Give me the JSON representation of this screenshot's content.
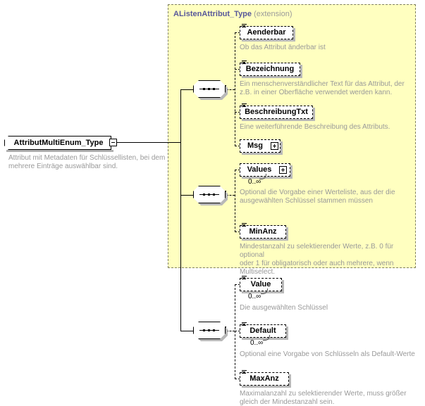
{
  "diagram": {
    "title": "XSD schema diagram",
    "root": {
      "name": "AttributMultiEnum_Type",
      "annotation": "Attribut mit Metadaten für Schlüssellisten, bei dem\nmehrere Einträge auswählbar sind.",
      "expander": "minus"
    },
    "extension_panel": {
      "base_type": "AListenAttribut_Type",
      "kind": "(extension)"
    },
    "compositors": [
      {
        "id": "seq-1",
        "type": "sequence",
        "expander": "minus"
      },
      {
        "id": "seq-2",
        "type": "sequence",
        "expander": "minus"
      },
      {
        "id": "seq-3",
        "type": "sequence",
        "expander": "minus"
      }
    ],
    "elements": [
      {
        "name": "Aenderbar",
        "annotation": "Ob das Attribut änderbar ist",
        "multiplicity": "",
        "expander": "",
        "has_lines_icon": true,
        "group": "seq-1"
      },
      {
        "name": "Bezeichnung",
        "annotation": "Ein menschenverständlicher Text für das Attribut, der\nz.B. in einer Oberfläche verwendet werden kann.",
        "multiplicity": "",
        "expander": "",
        "has_lines_icon": true,
        "group": "seq-1"
      },
      {
        "name": "BeschreibungTxt",
        "annotation": "Eine weiterführende Beschreibung des Attributs.",
        "multiplicity": "",
        "expander": "",
        "has_lines_icon": true,
        "group": "seq-1"
      },
      {
        "name": "Msg",
        "annotation": "",
        "multiplicity": "",
        "expander": "plus",
        "has_lines_icon": false,
        "group": "seq-1"
      },
      {
        "name": "Values",
        "annotation": "Optional die Vorgabe einer Werteliste, aus der die\nausgewählten Schlüssel stammen müssen",
        "multiplicity": "0..∞",
        "expander": "plus",
        "has_lines_icon": false,
        "group": "seq-2"
      },
      {
        "name": "MinAnz",
        "annotation": "Mindestanzahl zu selektierender Werte, z.B. 0 für optional\noder 1 für obligatorisch oder auch mehrere, wenn\nMultiselect.",
        "multiplicity": "",
        "expander": "",
        "has_lines_icon": true,
        "group": "seq-2"
      },
      {
        "name": "Value",
        "annotation": "Die ausgewählten Schlüssel",
        "multiplicity": "0..∞",
        "expander": "",
        "has_lines_icon": true,
        "group": "seq-3"
      },
      {
        "name": "Default",
        "annotation": "Optional eine Vorgabe von Schlüsseln als Default-Werte",
        "multiplicity": "0..∞",
        "expander": "",
        "has_lines_icon": true,
        "group": "seq-3"
      },
      {
        "name": "MaxAnz",
        "annotation": "Maximalanzahl zu selektierender Werte, muss größer\ngleich der Mindestanzahl sein.",
        "multiplicity": "",
        "expander": "",
        "has_lines_icon": true,
        "group": "seq-3"
      }
    ],
    "colors": {
      "panel_background": "#ffffc0",
      "panel_border": "#808060",
      "title_text": "#57579a",
      "annotation_text": "#999999",
      "box_background": "#ffffff",
      "box_border": "#000000",
      "shadow": "#b8b8b8"
    }
  }
}
